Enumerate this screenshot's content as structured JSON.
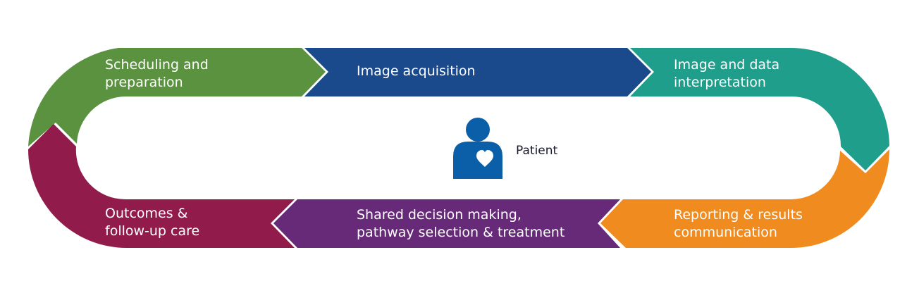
{
  "center": {
    "label": "Patient",
    "icon": "patient-heart-icon",
    "color": "#0b5ea8"
  },
  "stages": [
    {
      "id": "scheduling",
      "lines": [
        "Scheduling and",
        "preparation"
      ],
      "color": "#5b9240"
    },
    {
      "id": "image-acquisition",
      "lines": [
        "Image acquisition"
      ],
      "color": "#1b4a8c"
    },
    {
      "id": "interpretation",
      "lines": [
        "Image and data",
        "interpretation"
      ],
      "color": "#1e9e8b"
    },
    {
      "id": "reporting",
      "lines": [
        "Reporting & results",
        "communication"
      ],
      "color": "#ef8b1f"
    },
    {
      "id": "shared-decision",
      "lines": [
        "Shared decision making,",
        "pathway selection & treatment"
      ],
      "color": "#672a79"
    },
    {
      "id": "outcomes",
      "lines": [
        "Outcomes &",
        "follow-up care"
      ],
      "color": "#911c4c"
    }
  ]
}
